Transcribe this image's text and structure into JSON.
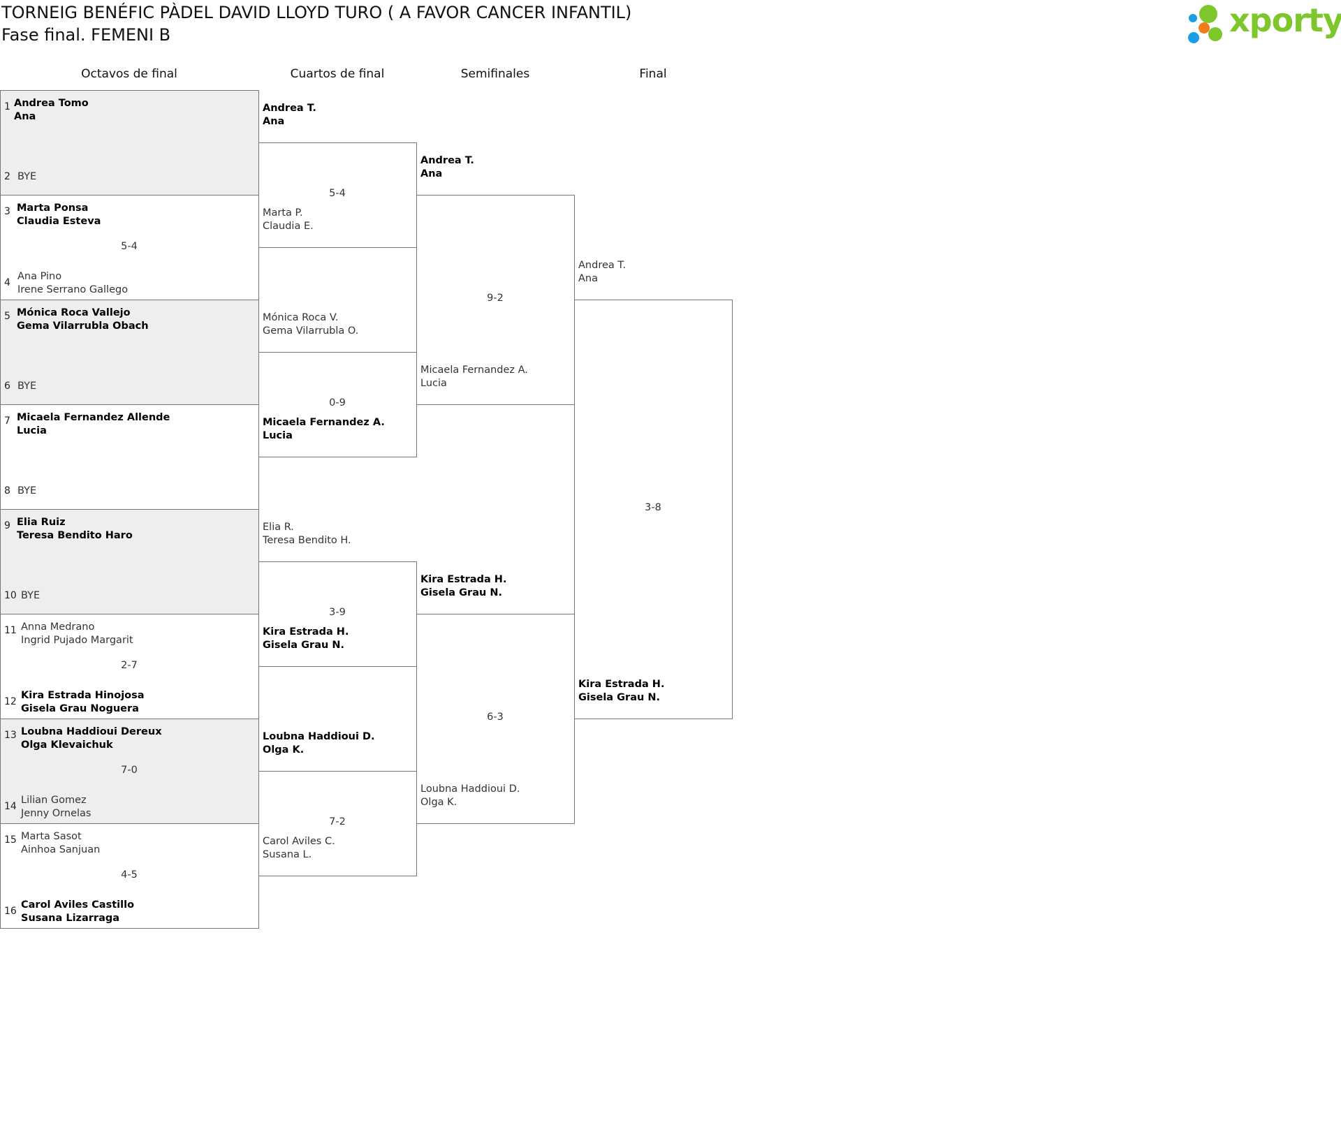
{
  "title": "TORNEIG BENÉFIC PÀDEL DAVID LLOYD TURO ( A FAVOR CANCER INFANTIL)",
  "subtitle": "Fase final. FEMENI B",
  "logo": {
    "text": "xporty",
    "icon": "xporty-dots-logo",
    "colors": {
      "green": "#7dc62c",
      "blue": "#1a9ee6",
      "orange": "#f07c1d"
    }
  },
  "rounds": [
    "Octavos de final",
    "Cuartos de final",
    "Semifinales",
    "Final"
  ],
  "octavos": [
    {
      "top": {
        "seed": "1",
        "lines": [
          "Andrea Tomo",
          "Ana"
        ],
        "won": true
      },
      "bottom": {
        "seed": "2",
        "lines": [
          "BYE"
        ],
        "won": false
      },
      "score": ""
    },
    {
      "top": {
        "seed": "3",
        "lines": [
          "Marta Ponsa",
          "Claudia Esteva"
        ],
        "won": true
      },
      "bottom": {
        "seed": "4",
        "lines": [
          "Ana Pino",
          "Irene Serrano Gallego"
        ],
        "won": false
      },
      "score": "5-4"
    },
    {
      "top": {
        "seed": "5",
        "lines": [
          "Mónica Roca Vallejo",
          "Gema Vilarrubla Obach"
        ],
        "won": true
      },
      "bottom": {
        "seed": "6",
        "lines": [
          "BYE"
        ],
        "won": false
      },
      "score": ""
    },
    {
      "top": {
        "seed": "7",
        "lines": [
          "Micaela Fernandez Allende",
          "Lucia"
        ],
        "won": true
      },
      "bottom": {
        "seed": "8",
        "lines": [
          "BYE"
        ],
        "won": false
      },
      "score": ""
    },
    {
      "top": {
        "seed": "9",
        "lines": [
          "Elia Ruiz",
          "Teresa Bendito Haro"
        ],
        "won": true
      },
      "bottom": {
        "seed": "10",
        "lines": [
          "BYE"
        ],
        "won": false
      },
      "score": ""
    },
    {
      "top": {
        "seed": "11",
        "lines": [
          "Anna Medrano",
          "Ingrid Pujado Margarit"
        ],
        "won": false
      },
      "bottom": {
        "seed": "12",
        "lines": [
          "Kira Estrada Hinojosa",
          "Gisela Grau Noguera"
        ],
        "won": true
      },
      "score": "2-7"
    },
    {
      "top": {
        "seed": "13",
        "lines": [
          "Loubna Haddioui Dereux",
          "Olga Klevaichuk"
        ],
        "won": true
      },
      "bottom": {
        "seed": "14",
        "lines": [
          "Lilian Gomez",
          "Jenny Ornelas"
        ],
        "won": false
      },
      "score": "7-0"
    },
    {
      "top": {
        "seed": "15",
        "lines": [
          "Marta Sasot",
          "Ainhoa Sanjuan"
        ],
        "won": false
      },
      "bottom": {
        "seed": "16",
        "lines": [
          "Carol Aviles Castillo",
          "Susana Lizarraga"
        ],
        "won": true
      },
      "score": "4-5"
    }
  ],
  "cuartos": [
    {
      "top": {
        "lines": [
          "Andrea T.",
          "Ana"
        ],
        "won": true
      },
      "bottom": {
        "lines": [
          "Marta P.",
          "Claudia E."
        ],
        "won": false
      },
      "score": "5-4"
    },
    {
      "top": {
        "lines": [
          "Mónica Roca V.",
          "Gema Vilarrubla O."
        ],
        "won": false
      },
      "bottom": {
        "lines": [
          "Micaela Fernandez A.",
          "Lucia"
        ],
        "won": true
      },
      "score": "0-9"
    },
    {
      "top": {
        "lines": [
          "Elia R.",
          "Teresa Bendito H."
        ],
        "won": false
      },
      "bottom": {
        "lines": [
          "Kira Estrada H.",
          "Gisela Grau N."
        ],
        "won": true
      },
      "score": "3-9"
    },
    {
      "top": {
        "lines": [
          "Loubna Haddioui D.",
          "Olga K."
        ],
        "won": true
      },
      "bottom": {
        "lines": [
          "Carol Aviles C.",
          "Susana L."
        ],
        "won": false
      },
      "score": "7-2"
    }
  ],
  "semis": [
    {
      "top": {
        "lines": [
          "Andrea T.",
          "Ana"
        ],
        "won": true
      },
      "bottom": {
        "lines": [
          "Micaela Fernandez A.",
          "Lucia"
        ],
        "won": false
      },
      "score": "9-2"
    },
    {
      "top": {
        "lines": [
          "Kira Estrada H.",
          "Gisela Grau N."
        ],
        "won": true
      },
      "bottom": {
        "lines": [
          "Loubna Haddioui D.",
          "Olga K."
        ],
        "won": false
      },
      "score": "6-3"
    }
  ],
  "final": [
    {
      "top": {
        "lines": [
          "Andrea T.",
          "Ana"
        ],
        "won": false
      },
      "bottom": {
        "lines": [
          "Kira Estrada H.",
          "Gisela Grau N."
        ],
        "won": true
      },
      "score": "3-8"
    }
  ]
}
